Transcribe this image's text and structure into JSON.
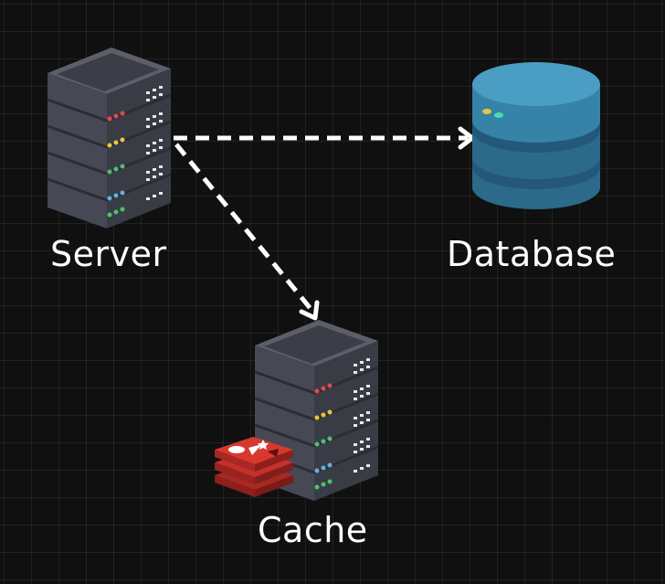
{
  "nodes": {
    "server": {
      "label": "Server",
      "icon": "server-rack-icon"
    },
    "database": {
      "label": "Database",
      "icon": "database-cylinder-icon"
    },
    "cache": {
      "label": "Cache",
      "icon": "server-rack-icon",
      "badge_icon": "redis-logo-icon"
    }
  },
  "edges": [
    {
      "from": "Server",
      "to": "Database",
      "style": "dashed",
      "arrow": "chevron"
    },
    {
      "from": "Server",
      "to": "Cache",
      "style": "dashed",
      "arrow": "chevron"
    }
  ],
  "colors": {
    "background": "#101011",
    "grid": "#2a2a2c",
    "edge": "#ffffff",
    "label": "#ffffff",
    "server_body": "#4a4c57",
    "database_body": "#2e6e8e",
    "redis_red": "#c6302b"
  }
}
